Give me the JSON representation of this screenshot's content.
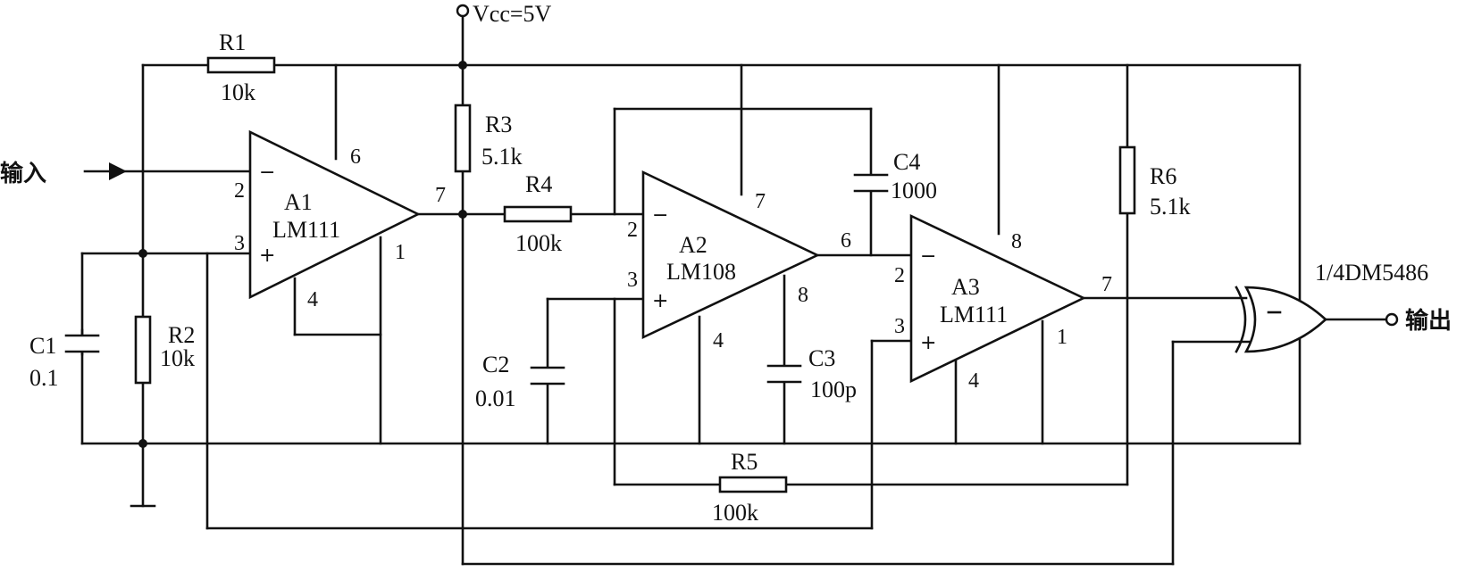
{
  "supply": "Vcc=5V",
  "input": "输入",
  "output": "输出",
  "gate": "1/4DM5486",
  "resistors": {
    "R1": {
      "name": "R1",
      "value": "10k"
    },
    "R2": {
      "name": "R2",
      "value": "10k"
    },
    "R3": {
      "name": "R3",
      "value": "5.1k"
    },
    "R4": {
      "name": "R4",
      "value": "100k"
    },
    "R5": {
      "name": "R5",
      "value": "100k"
    },
    "R6": {
      "name": "R6",
      "value": "5.1k"
    }
  },
  "capacitors": {
    "C1": {
      "name": "C1",
      "value": "0.1"
    },
    "C2": {
      "name": "C2",
      "value": "0.01"
    },
    "C3": {
      "name": "C3",
      "value": "100p"
    },
    "C4": {
      "name": "C4",
      "value": "1000"
    }
  },
  "amps": {
    "A1": {
      "name": "A1",
      "part": "LM111",
      "pins": {
        "inv": "2",
        "non": "3",
        "out": "7",
        "vcc": "6",
        "gnd": "4",
        "p1": "1"
      }
    },
    "A2": {
      "name": "A2",
      "part": "LM108",
      "pins": {
        "inv": "2",
        "non": "3",
        "out": "6",
        "vcc": "7",
        "gnd": "4",
        "p8": "8"
      }
    },
    "A3": {
      "name": "A3",
      "part": "LM111",
      "pins": {
        "inv": "2",
        "non": "3",
        "out": "7",
        "vcc": "8",
        "gnd": "4",
        "p1": "1"
      }
    }
  },
  "signs": {
    "minus": "−",
    "plus": "+"
  }
}
